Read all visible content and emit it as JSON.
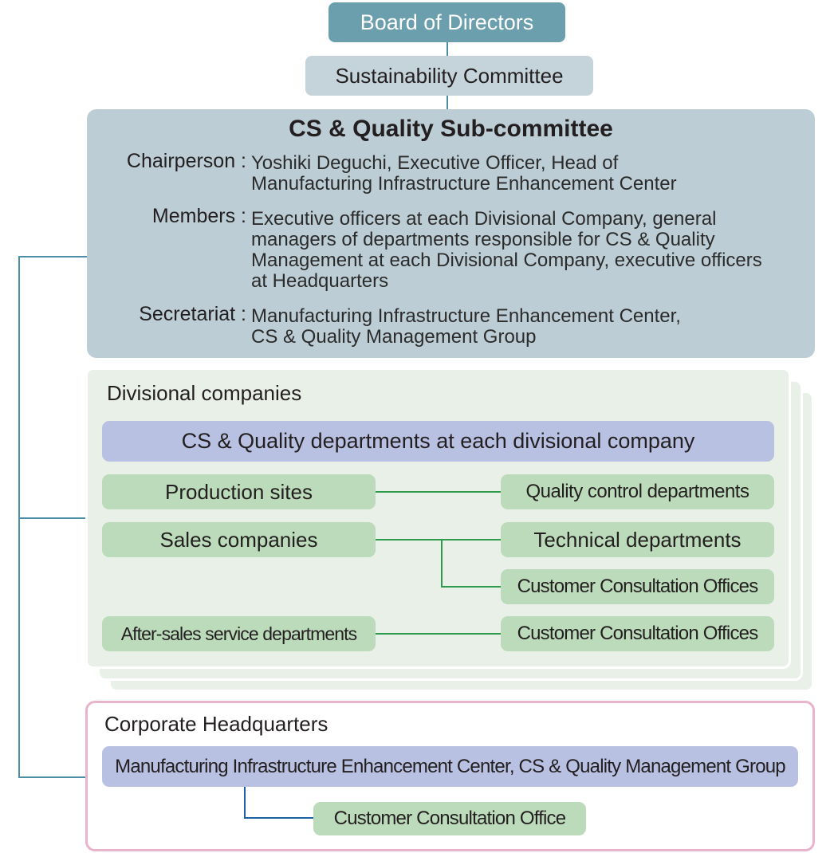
{
  "board": "Board of Directors",
  "sustainability": "Sustainability Committee",
  "subcommittee": {
    "title": "CS & Quality Sub-committee",
    "chairperson_label": "Chairperson :",
    "chairperson_line1": "Yoshiki Deguchi, Executive Officer, Head of",
    "chairperson_line2": "Manufacturing Infrastructure Enhancement Center",
    "members_label": "Members :",
    "members_line1": "Executive officers at each Divisional Company, general",
    "members_line2": "managers of departments responsible for CS & Quality",
    "members_line3": "Management at each Divisional Company, executive officers",
    "members_line4": "at Headquarters",
    "secretariat_label": "Secretariat :",
    "secretariat_line1": "Manufacturing Infrastructure Enhancement Center,",
    "secretariat_line2": "CS & Quality Management Group"
  },
  "divisional": {
    "title": "Divisional companies",
    "cs_departments": "CS & Quality departments at each divisional company",
    "production_sites": "Production sites",
    "quality_control": "Quality control departments",
    "sales_companies": "Sales companies",
    "technical_departments": "Technical departments",
    "customer_consultation_1": "Customer Consultation Offices",
    "after_sales": "After-sales service departments",
    "customer_consultation_2": "Customer Consultation Offices"
  },
  "headquarters": {
    "title": "Corporate Headquarters",
    "mfg_center": "Manufacturing Infrastructure Enhancement Center, CS & Quality Management Group",
    "customer_consultation": "Customer Consultation Office"
  },
  "colors": {
    "board_fill": "#6c9fad",
    "committee_fill": "#c5d3da",
    "subcommittee_fill": "#bccdd5",
    "divisional_fill": "#e8f0e8",
    "purple_box": "#b9c1e3",
    "green_box": "#bcdbba",
    "hq_border": "#e9b4cb",
    "teal_line": "#4a8fa5",
    "green_line": "#2e9a4c",
    "blue_line": "#1f5fa3"
  }
}
